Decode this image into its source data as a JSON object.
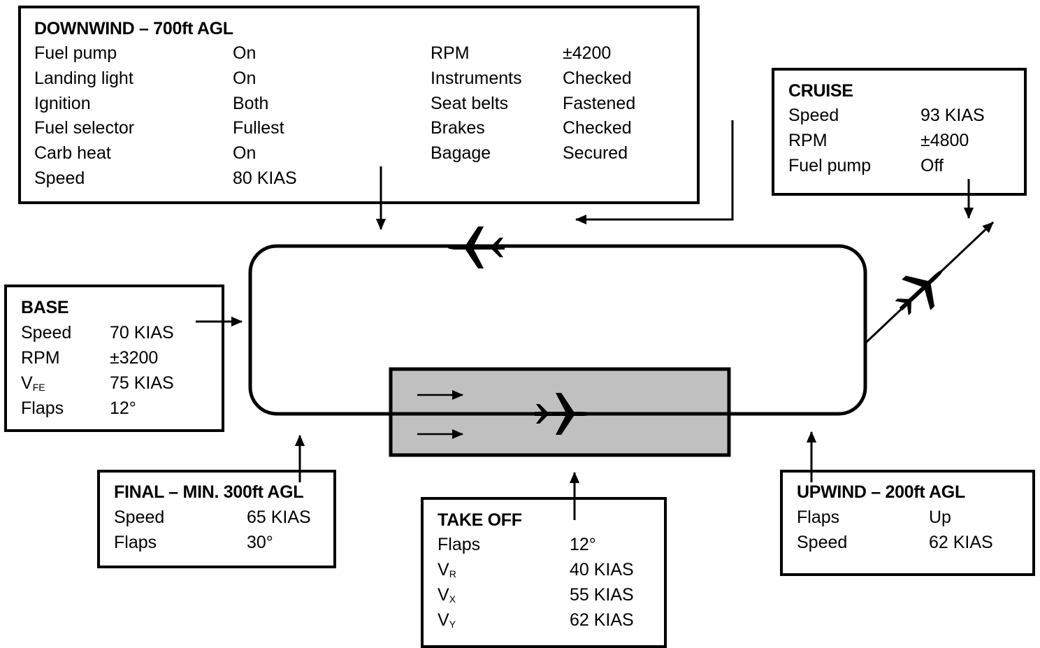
{
  "boxes": {
    "downwind": {
      "title": "DOWNWIND – 700ft AGL",
      "left": [
        [
          "Fuel pump",
          "On"
        ],
        [
          "Landing light",
          "On"
        ],
        [
          "Ignition",
          "Both"
        ],
        [
          "Fuel selector",
          "Fullest"
        ],
        [
          "Carb heat",
          "On"
        ],
        [
          "Speed",
          "80 KIAS"
        ]
      ],
      "right": [
        [
          "RPM",
          "±4200"
        ],
        [
          "Instruments",
          "Checked"
        ],
        [
          "Seat belts",
          "Fastened"
        ],
        [
          "Brakes",
          "Checked"
        ],
        [
          "Bagage",
          "Secured"
        ]
      ]
    },
    "cruise": {
      "title": "CRUISE",
      "rows": [
        [
          "Speed",
          "93 KIAS"
        ],
        [
          "RPM",
          "±4800"
        ],
        [
          "Fuel pump",
          "Off"
        ]
      ]
    },
    "base": {
      "title": "BASE",
      "rows": [
        [
          "Speed",
          "70 KIAS"
        ],
        [
          "RPM",
          "±3200"
        ],
        [
          "V",
          "FE",
          "75 KIAS"
        ],
        [
          "Flaps",
          "12°"
        ]
      ]
    },
    "final": {
      "title": "FINAL – MIN. 300ft AGL",
      "rows": [
        [
          "Speed",
          "65 KIAS"
        ],
        [
          "Flaps",
          "30°"
        ]
      ]
    },
    "takeoff": {
      "title": "TAKE OFF",
      "rows": [
        [
          "Flaps",
          "12°"
        ],
        [
          "V",
          "R",
          "40 KIAS"
        ],
        [
          "V",
          "X",
          "55 KIAS"
        ],
        [
          "V",
          "Y",
          "62 KIAS"
        ]
      ]
    },
    "upwind": {
      "title": "UPWIND – 200ft AGL",
      "rows": [
        [
          "Flaps",
          "Up"
        ],
        [
          "Speed",
          "62 KIAS"
        ]
      ]
    }
  },
  "colors": {
    "runway": "#c0c0c0",
    "line": "#000000"
  },
  "icons": [
    "airplane-icon-downwind",
    "airplane-icon-runway",
    "airplane-icon-climbout"
  ]
}
